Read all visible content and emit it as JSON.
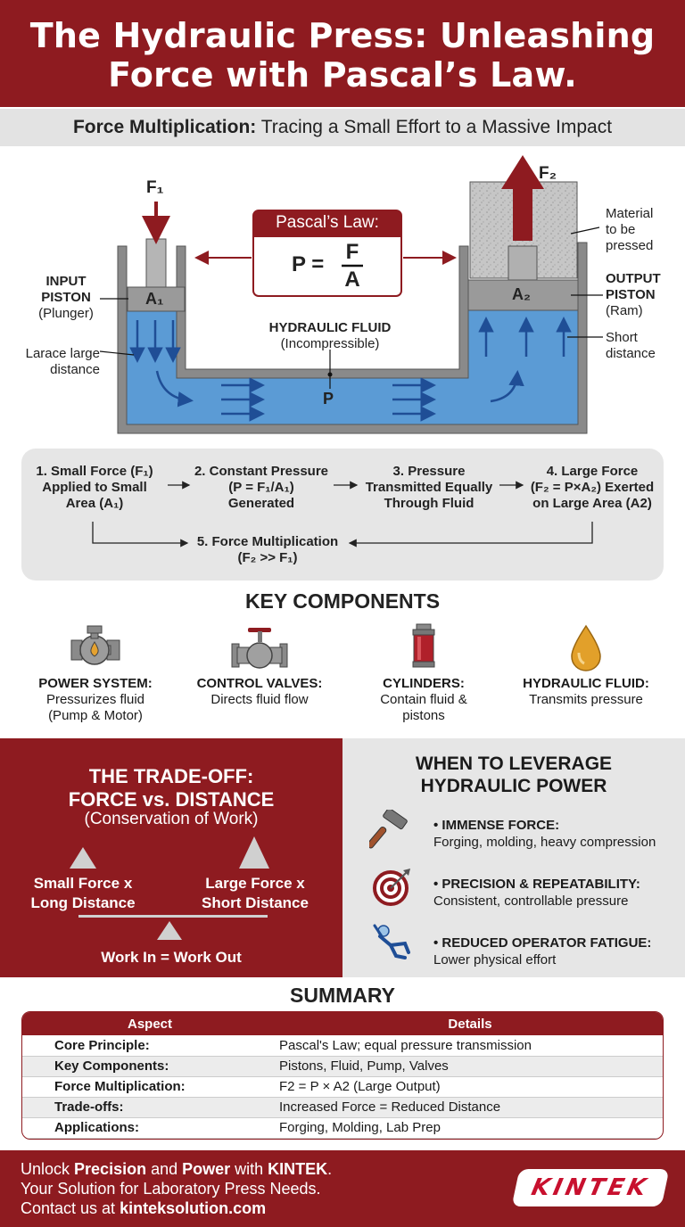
{
  "header": {
    "title_line1": "The Hydraulic Press: Unleashing",
    "title_line2": "Force with Pascal’s Law."
  },
  "subtitle": {
    "bold": "Force Multiplication:",
    "rest": " Tracing a Small Effort to a Massive Impact"
  },
  "diagram": {
    "f1": "F₁",
    "f2": "F₂",
    "a1": "A₁",
    "a2": "A₂",
    "p_label": "P",
    "pascal_title": "Pascal’s Law:",
    "formula_lhs": "P =",
    "formula_num": "F",
    "formula_den": "A",
    "input_piston_line1": "INPUT",
    "input_piston_line2": "PISTON",
    "input_piston_sub": "(Plunger)",
    "input_distance_line1": "Larace large",
    "input_distance_line2": "distance",
    "fluid_title": "HYDRAULIC FLUID",
    "fluid_sub": "(Incompressible)",
    "material_line1": "Material",
    "material_line2": "to be",
    "material_line3": "pressed",
    "output_piston_line1": "OUTPUT",
    "output_piston_line2": "PISTON",
    "output_piston_sub": "(Ram)",
    "output_distance_line1": "Short",
    "output_distance_line2": "distance",
    "colors": {
      "fluid": "#5b9bd5",
      "arrows": "#1f4e96",
      "accent": "#8e1b20",
      "container": "#777777"
    }
  },
  "steps": {
    "s1_l1": "1. Small Force (F₁)",
    "s1_l2": "Applied to Small",
    "s1_l3": "Area (A₁)",
    "s2_l1": "2. Constant Pressure",
    "s2_l2": "(P = F₁/A₁)",
    "s2_l3": "Generated",
    "s3_l1": "3. Pressure",
    "s3_l2": "Transmitted Equally",
    "s3_l3": "Through Fluid",
    "s4_l1": "4. Large Force",
    "s4_l2": "(F₂ = P×A₂) Exerted",
    "s4_l3": "on Large Area (A2)",
    "s5_l1": "5. Force Multiplication",
    "s5_l2": "(F₂ >> F₁)"
  },
  "components": {
    "title": "KEY COMPONENTS",
    "items": [
      {
        "title": "POWER SYSTEM:",
        "line1": "Pressurizes fluid",
        "line2": "(Pump & Motor)",
        "icon": "pump-icon"
      },
      {
        "title": "CONTROL VALVES:",
        "line1": "Directs fluid flow",
        "line2": "",
        "icon": "valve-icon"
      },
      {
        "title": "CYLINDERS:",
        "line1": "Contain fluid &",
        "line2": "pistons",
        "icon": "cylinder-icon"
      },
      {
        "title": "HYDRAULIC FLUID:",
        "line1": "Transmits pressure",
        "line2": "",
        "icon": "oil-drop-icon"
      }
    ]
  },
  "tradeoff": {
    "title_line1": "THE TRADE-OFF:",
    "title_line2": "FORCE vs. DISTANCE",
    "sub": "(Conservation of Work)",
    "left_line1": "Small Force x",
    "left_line2": "Long Distance",
    "right_line1": "Large Force x",
    "right_line2": "Short Distance",
    "balance": "Work In = Work Out"
  },
  "leverage": {
    "title_line1": "WHEN TO LEVERAGE",
    "title_line2": "HYDRAULIC POWER",
    "items": [
      {
        "title": "• IMMENSE FORCE:",
        "desc": "Forging, molding, heavy compression",
        "icon": "hammer-icon"
      },
      {
        "title": "• PRECISION & REPEATABILITY:",
        "desc": "Consistent, controllable pressure",
        "icon": "target-icon"
      },
      {
        "title": "• REDUCED OPERATOR FATIGUE:",
        "desc": "Lower physical effort",
        "icon": "relaxed-person-icon"
      }
    ]
  },
  "summary": {
    "title": "SUMMARY",
    "col_aspect": "Aspect",
    "col_details": "Details",
    "rows": [
      {
        "aspect": "Core Principle:",
        "details": "Pascal's Law; equal pressure transmission"
      },
      {
        "aspect": "Key Components:",
        "details": "Pistons, Fluid, Pump, Valves"
      },
      {
        "aspect": "Force Multiplication:",
        "details": "F2 = P × A2 (Large Output)"
      },
      {
        "aspect": "Trade-offs:",
        "details": "Increased Force = Reduced Distance"
      },
      {
        "aspect": "Applications:",
        "details": "Forging, Molding, Lab Prep"
      }
    ]
  },
  "footer": {
    "l1_a": "Unlock ",
    "l1_b": "Precision",
    "l1_c": " and ",
    "l1_d": "Power",
    "l1_e": " with ",
    "l1_f": "KINTEK",
    "l1_g": ".",
    "line2": "Your Solution for Laboratory Press Needs.",
    "l3_a": "Contact us at ",
    "l3_b": "kinteksolution.com",
    "logo": "KINTEK"
  }
}
